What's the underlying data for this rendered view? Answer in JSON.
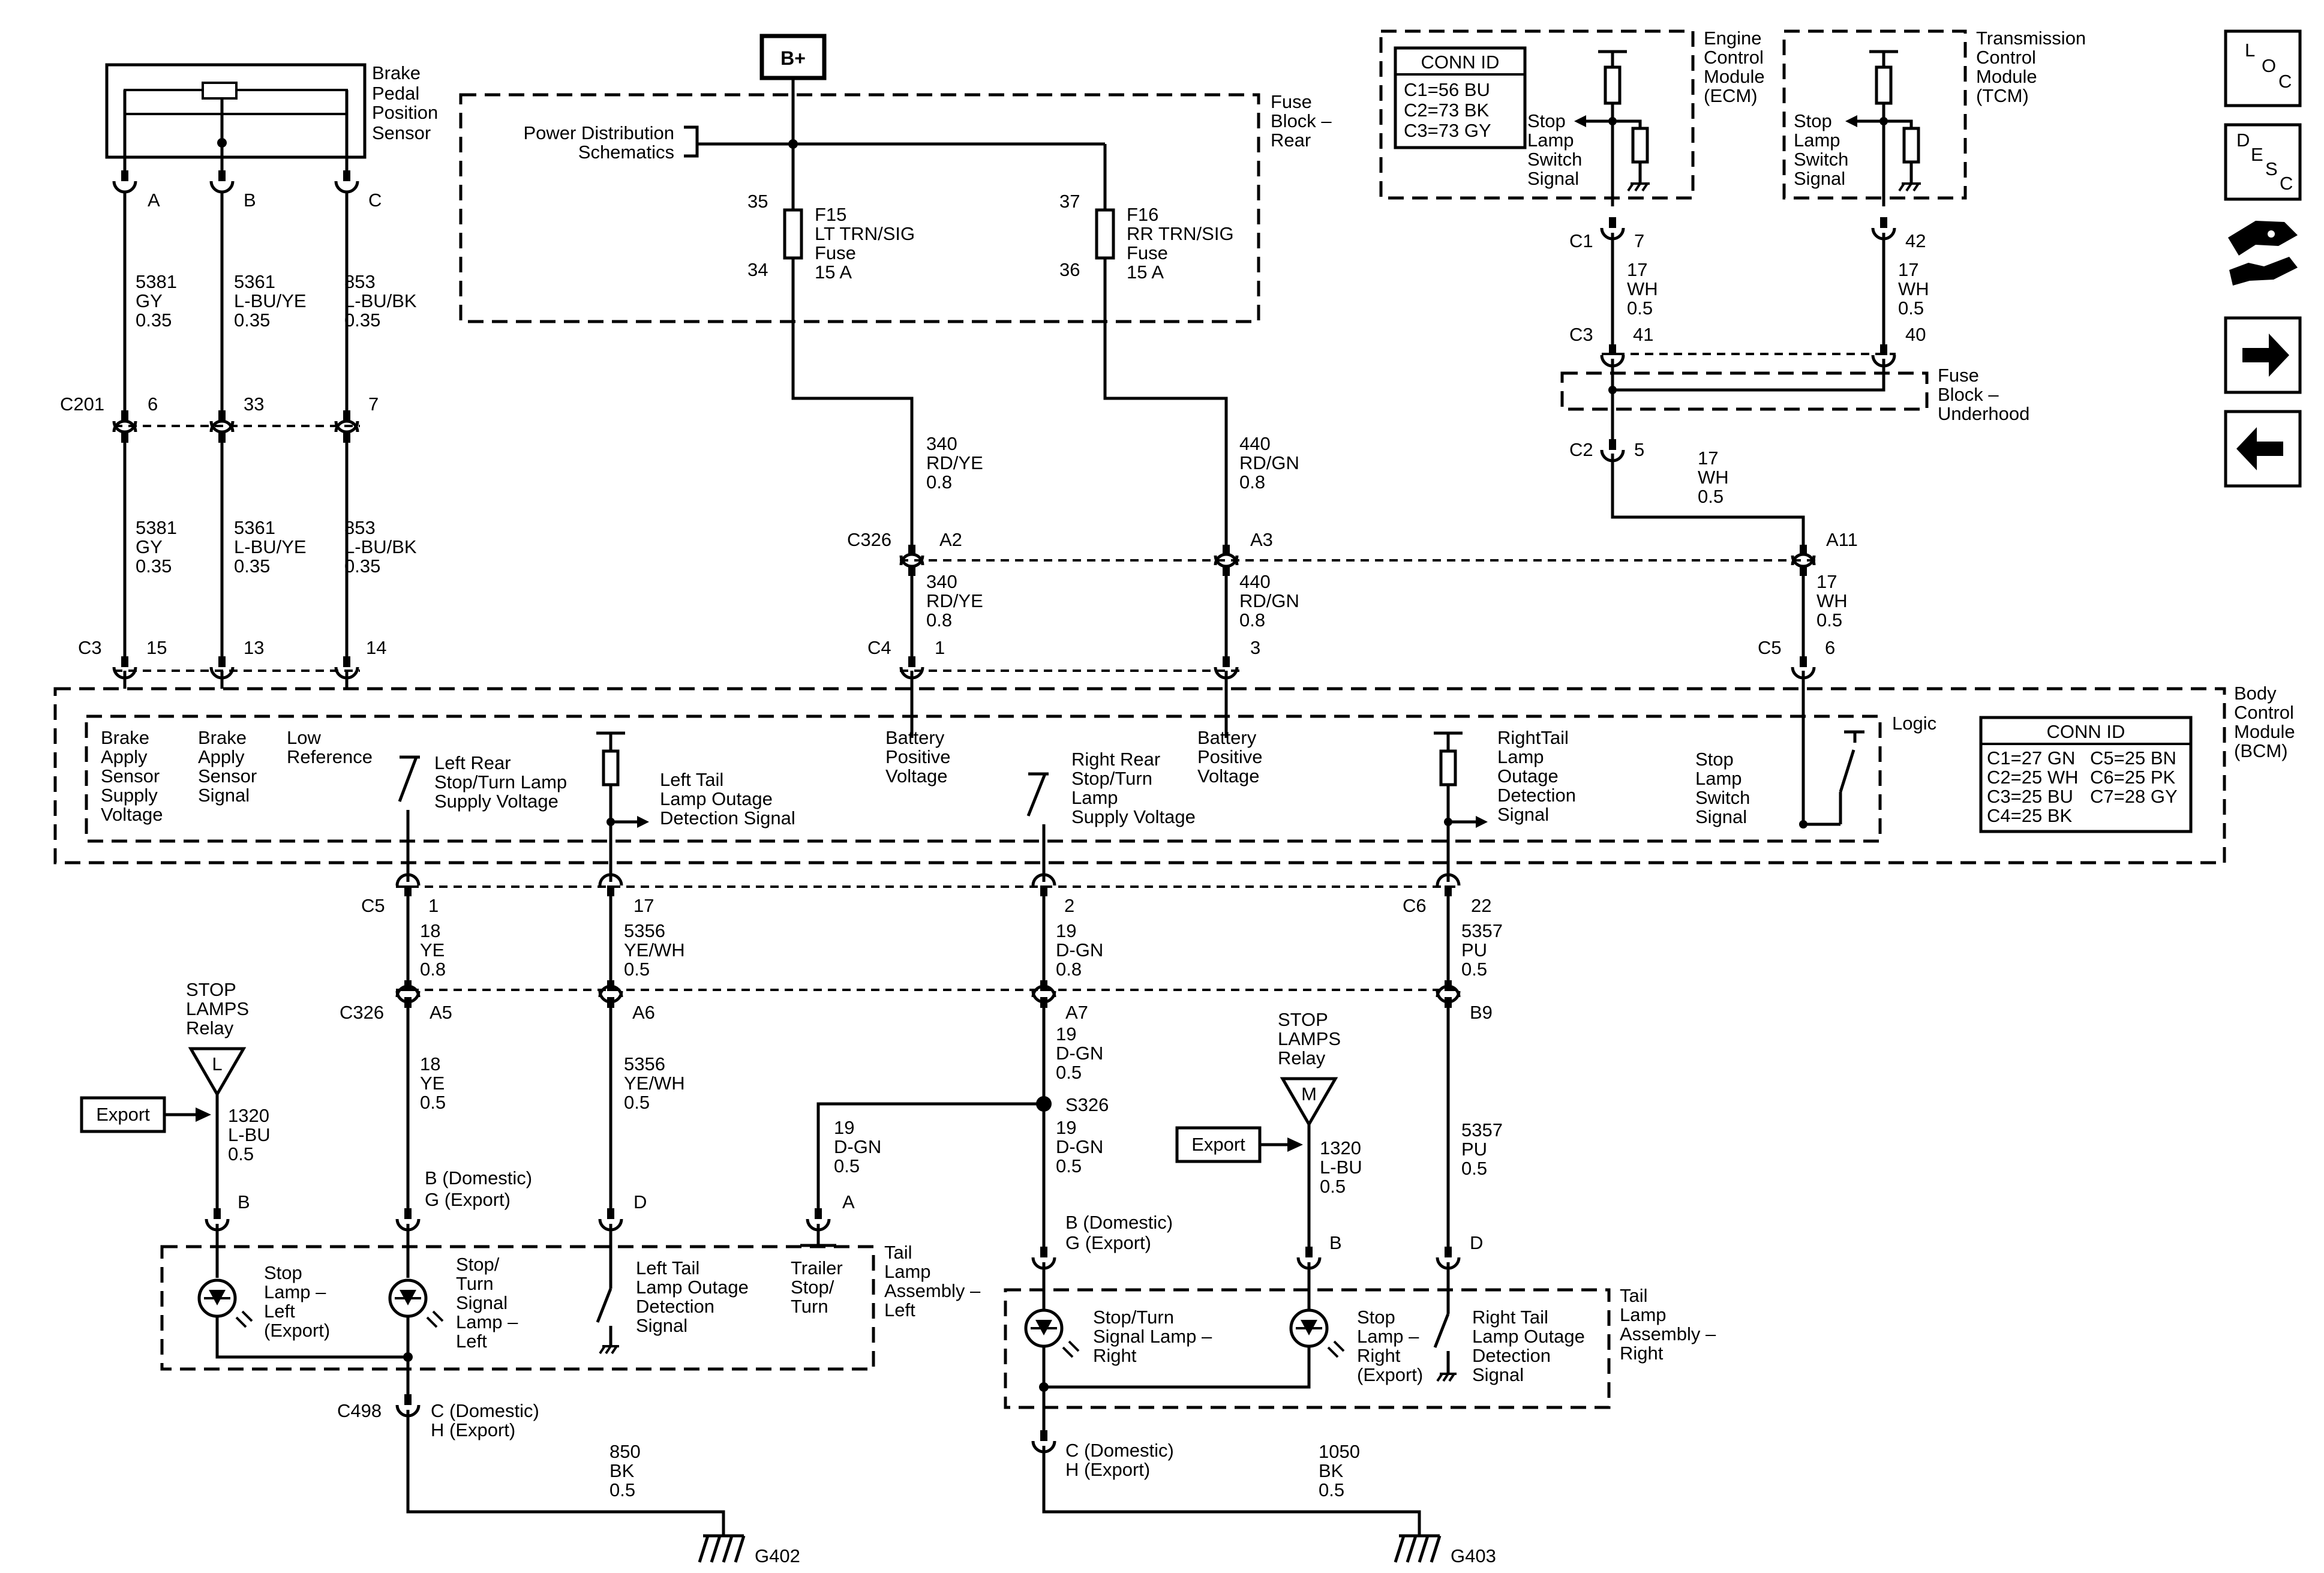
{
  "supply": {
    "bplus": "B+"
  },
  "sensor": {
    "name": [
      "Brake",
      "Pedal",
      "Position",
      "Sensor"
    ],
    "pins": [
      "A",
      "B",
      "C"
    ]
  },
  "wires_top": [
    {
      "circuit": "5381",
      "color": "GY",
      "gauge": "0.35"
    },
    {
      "circuit": "5361",
      "color": "L-BU/YE",
      "gauge": "0.35"
    },
    {
      "circuit": "853",
      "color": "L-BU/BK",
      "gauge": "0.35"
    }
  ],
  "c201": {
    "label": "C201",
    "pins": [
      "6",
      "33",
      "7"
    ]
  },
  "c3_bcm": {
    "label": "C3",
    "pins": [
      "15",
      "13",
      "14"
    ]
  },
  "fuse_block_rear": {
    "title": [
      "Fuse",
      "Block –",
      "Rear"
    ],
    "pds": [
      "Power Distribution",
      "Schematics"
    ],
    "f15": {
      "top": "35",
      "bottom": "34",
      "text": [
        "F15",
        "LT TRN/SIG",
        "Fuse",
        "15 A"
      ]
    },
    "f16": {
      "top": "37",
      "bottom": "36",
      "text": [
        "F16",
        "RR TRN/SIG",
        "Fuse",
        "15 A"
      ]
    }
  },
  "wire_340": {
    "circuit": "340",
    "color": "RD/YE",
    "gauge": "0.8"
  },
  "wire_440": {
    "circuit": "440",
    "color": "RD/GN",
    "gauge": "0.8"
  },
  "c326_top": {
    "label": "C326",
    "pins": [
      "A2",
      "A3",
      "A11"
    ]
  },
  "c4": {
    "label": "C4",
    "pins": [
      "1",
      "3"
    ]
  },
  "c5_top": {
    "label": "C5",
    "pin": "6"
  },
  "ecm": {
    "title": [
      "Engine",
      "Control",
      "Module",
      "(ECM)"
    ],
    "conn_title": "CONN ID",
    "conn": [
      "C1=56 BU",
      "C2=73 BK",
      "C3=73 GY"
    ],
    "signal": [
      "Stop",
      "Lamp",
      "Switch",
      "Signal"
    ]
  },
  "tcm": {
    "title": [
      "Transmission",
      "Control",
      "Module",
      "(TCM)"
    ],
    "signal": [
      "Stop",
      "Lamp",
      "Switch",
      "Signal"
    ]
  },
  "ecm_wire": {
    "c1": "C1",
    "c1_pin": "7",
    "c3": "C3",
    "c3_pin": "41",
    "circuit": "17",
    "color": "WH",
    "gauge": "0.5"
  },
  "tcm_wire": {
    "top_pin": "42",
    "bottom_pin": "40",
    "circuit": "17",
    "color": "WH",
    "gauge": "0.5"
  },
  "fuse_block_underhood": {
    "title": [
      "Fuse",
      "Block –",
      "Underhood"
    ]
  },
  "c2": {
    "label": "C2",
    "pin": "5",
    "circuit": "17",
    "color": "WH",
    "gauge": "0.5"
  },
  "wire_17_lower": {
    "circuit": "17",
    "color": "WH",
    "gauge": "0.5"
  },
  "bcm": {
    "title": [
      "Body",
      "Control",
      "Module",
      "(BCM)"
    ],
    "logic": "Logic",
    "conn_title": "CONN ID",
    "conn_left": [
      "C1=27 GN",
      "C2=25 WH",
      "C3=25 BU",
      "C4=25 BK"
    ],
    "conn_right": [
      "C5=25 BN",
      "C6=25 PK",
      "C7=28 GY"
    ],
    "t_brake_supply": [
      "Brake",
      "Apply",
      "Sensor",
      "Supply",
      "Voltage"
    ],
    "t_brake_signal": [
      "Brake",
      "Apply",
      "Sensor",
      "Signal"
    ],
    "t_low_ref": [
      "Low",
      "Reference"
    ],
    "t_left_rear": [
      "Left Rear",
      "Stop/Turn Lamp",
      "Supply Voltage"
    ],
    "t_left_tail": [
      "Left Tail",
      "Lamp Outage",
      "Detection Signal"
    ],
    "t_batt1": [
      "Battery",
      "Positive",
      "Voltage"
    ],
    "t_right_rear": [
      "Right Rear",
      "Stop/Turn",
      "Lamp",
      "Supply Voltage"
    ],
    "t_batt2": [
      "Battery",
      "Positive",
      "Voltage"
    ],
    "t_right_tail": [
      "RightTail",
      "Lamp",
      "Outage",
      "Detection",
      "Signal"
    ],
    "t_stop_switch": [
      "Stop",
      "Lamp",
      "Switch",
      "Signal"
    ]
  },
  "c5_bottom": {
    "label": "C5",
    "pins": [
      "1",
      "17",
      "2"
    ]
  },
  "c6": {
    "label": "C6",
    "pin": "22"
  },
  "w_18ye": {
    "circuit": "18",
    "color": "YE",
    "gauge_top": "0.8",
    "gauge_bottom": "0.5"
  },
  "w_5356": {
    "circuit": "5356",
    "color": "YE/WH",
    "gauge": "0.5"
  },
  "w_19dgn": {
    "circuit": "19",
    "color": "D-GN",
    "gauge_top": "0.8",
    "gauge_bottom": "0.5"
  },
  "w_5357": {
    "circuit": "5357",
    "color": "PU",
    "gauge": "0.5"
  },
  "c326_bottom": {
    "label": "C326",
    "pins": [
      "A5",
      "A6",
      "A7",
      "B9"
    ]
  },
  "splice": "S326",
  "relay_left": {
    "title": [
      "STOP",
      "LAMPS",
      "Relay"
    ],
    "letter": "L",
    "export": "Export",
    "circuit": "1320",
    "color": "L-BU",
    "gauge": "0.5"
  },
  "relay_right": {
    "title": [
      "STOP",
      "LAMPS",
      "Relay"
    ],
    "letter": "M",
    "export": "Export",
    "circuit": "1320",
    "color": "L-BU",
    "gauge": "0.5"
  },
  "left_assembly": {
    "title": [
      "Tail",
      "Lamp",
      "Assembly –",
      "Left"
    ],
    "pin_b": "B",
    "pin_bg": [
      "B (Domestic)",
      "G (Export)"
    ],
    "pin_d": "D",
    "pin_a": "A",
    "stop_lamp": [
      "Stop",
      "Lamp –",
      "Left",
      "(Export)"
    ],
    "turn_lamp": [
      "Stop/",
      "Turn",
      "Signal",
      "Lamp –",
      "Left"
    ],
    "outage": [
      "Left Tail",
      "Lamp Outage",
      "Detection",
      "Signal"
    ],
    "trailer": [
      "Trailer",
      "Stop/",
      "Turn"
    ]
  },
  "right_assembly": {
    "title": [
      "Tail",
      "Lamp",
      "Assembly –",
      "Right"
    ],
    "pin_bg": [
      "B (Domestic)",
      "G (Export)"
    ],
    "pin_b": "B",
    "pin_d": "D",
    "turn_lamp": [
      "Stop/Turn",
      "Signal Lamp –",
      "Right"
    ],
    "stop_lamp": [
      "Stop",
      "Lamp –",
      "Right",
      "(Export)"
    ],
    "outage": [
      "Right Tail",
      "Lamp Outage",
      "Detection",
      "Signal"
    ]
  },
  "ground_left": {
    "conn": "C498",
    "pin": [
      "C (Domestic)",
      "H (Export)"
    ],
    "circuit": "850",
    "color": "BK",
    "gauge": "0.5",
    "ground": "G402"
  },
  "ground_right": {
    "pin": [
      "C (Domestic)",
      "H (Export)"
    ],
    "circuit": "1050",
    "color": "BK",
    "gauge": "0.5",
    "ground": "G403"
  },
  "nav": {
    "loc": [
      "L",
      "O",
      "C"
    ],
    "desc": [
      "D",
      "E",
      "S",
      "C"
    ]
  }
}
